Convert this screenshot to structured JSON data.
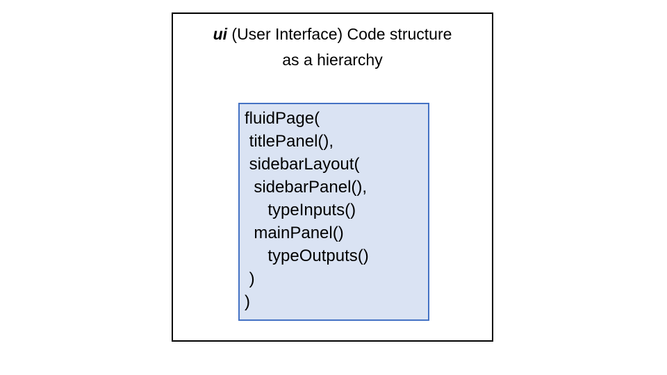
{
  "title": {
    "emphasis": "ui",
    "line1_rest": " (User Interface) Code structure",
    "line2": "as a hierarchy"
  },
  "code_box": {
    "lines": [
      "fluidPage(",
      " titlePanel(),",
      " sidebarLayout(",
      "  sidebarPanel(),",
      "     typeInputs()",
      "  mainPanel()",
      "     typeOutputs()",
      " )",
      ")"
    ]
  },
  "colors": {
    "background": "#ffffff",
    "frame_border": "#000000",
    "code_box_fill": "#dae3f3",
    "code_box_border": "#4472c4",
    "text": "#000000"
  }
}
